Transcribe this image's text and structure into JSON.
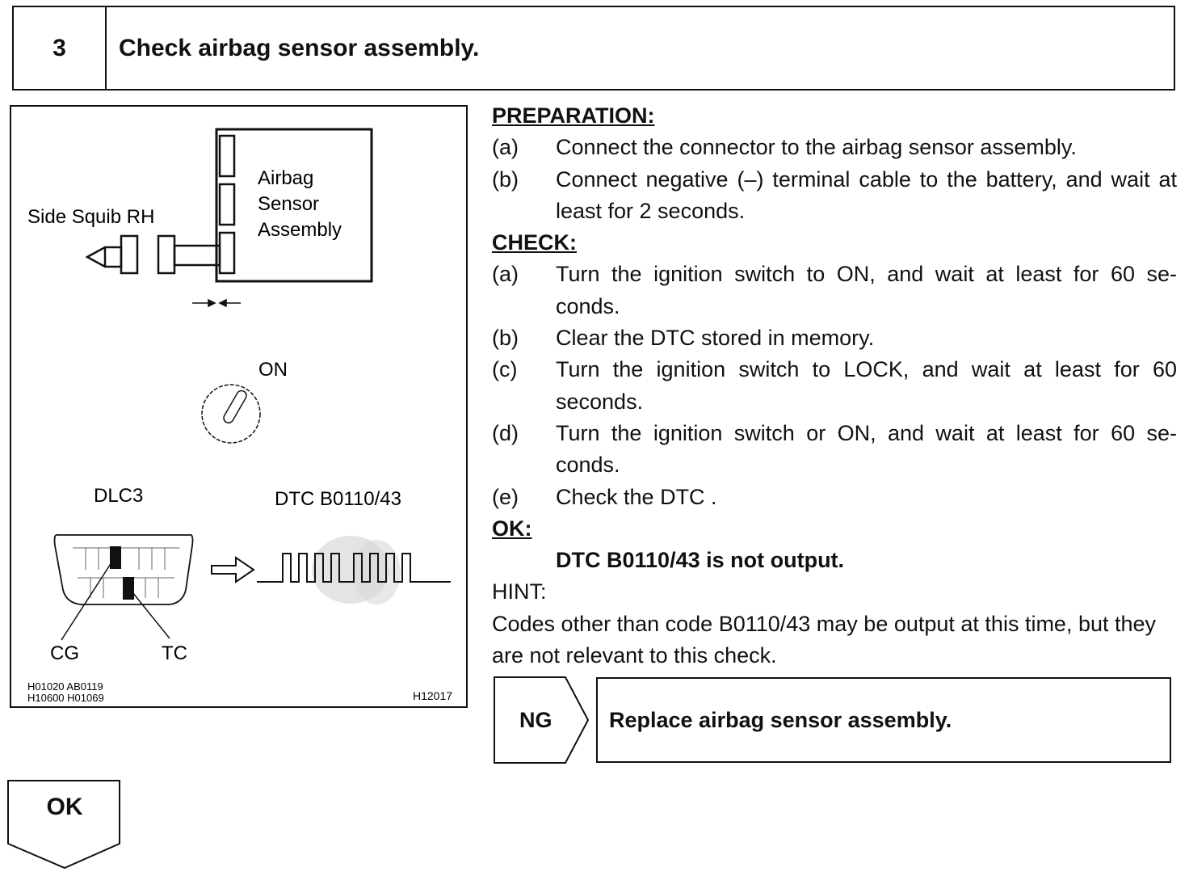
{
  "step": {
    "number": "3",
    "title": "Check airbag sensor assembly."
  },
  "figure": {
    "labels": {
      "airbag_line1": "Airbag",
      "airbag_line2": "Sensor",
      "airbag_line3": "Assembly",
      "side_squib": "Side Squib RH",
      "on": "ON",
      "dlc3": "DLC3",
      "dtc": "DTC B0110/43",
      "cg": "CG",
      "tc": "TC",
      "ref1": "H01020 AB0119",
      "ref2": "H10600 H01069",
      "ref3": "H12017"
    }
  },
  "preparation": {
    "heading": "PREPARATION:",
    "items": [
      {
        "label": "(a)",
        "text": "Connect the connector to the airbag sensor assembly."
      },
      {
        "label": "(b)",
        "text": "Connect negative (–) terminal cable to the battery, and wait at least for 2 seconds."
      }
    ]
  },
  "check": {
    "heading": "CHECK:",
    "items": [
      {
        "label": "(a)",
        "text": "Turn the ignition switch to ON, and wait at least for 60 se- conds."
      },
      {
        "label": "(b)",
        "text": "Clear the DTC stored in memory."
      },
      {
        "label": "(c)",
        "text": "Turn the ignition switch to LOCK, and wait at least for 60 seconds."
      },
      {
        "label": "(d)",
        "text": "Turn the ignition switch or ON, and wait at least for 60 se- conds."
      },
      {
        "label": "(e)",
        "text": "Check the DTC ."
      }
    ]
  },
  "ok": {
    "heading": "OK:",
    "result": "DTC B0110/43 is not output."
  },
  "hint": {
    "heading": "HINT:",
    "text": "Codes other than code B0110/43 may be output at this time, but they are not relevant to this check."
  },
  "ng": {
    "label": "NG",
    "action": "Replace airbag sensor assembly."
  },
  "ok_tab": {
    "label": "OK"
  }
}
